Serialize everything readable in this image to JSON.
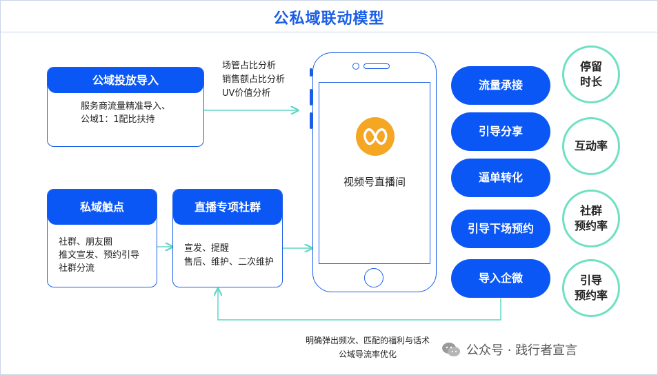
{
  "title": "公私域联动模型",
  "public_card": {
    "heading": "公域投放导入",
    "body": "服务商流量精准导入、公域1：1配比扶持"
  },
  "metrics_text": [
    "场管占比分析",
    "销售额占比分析",
    "UV价值分析"
  ],
  "private_card": {
    "heading": "私域触点",
    "lines": [
      "社群、朋友圈",
      "推文宣发、预约引导",
      "社群分流"
    ]
  },
  "live_card": {
    "heading": "直播专项社群",
    "lines": [
      "宣发、提醒",
      "售后、维护、二次维护"
    ]
  },
  "phone": {
    "screen_label": "视频号直播间"
  },
  "pills": [
    "流量承接",
    "引导分享",
    "逼单转化",
    "引导下场预约",
    "导入企微"
  ],
  "circles": [
    [
      "停留",
      "时长"
    ],
    [
      "互动率"
    ],
    [
      "社群",
      "预约率"
    ],
    [
      "引导",
      "预约率"
    ]
  ],
  "bottom_text": [
    "明确弹出频次、匹配的福利与话术",
    "公域导流率优化"
  ],
  "watermark": "公众号 · 践行者宣言",
  "colors": {
    "primary": "#0a57f5",
    "title": "#1a5ee8",
    "arrow": "#5fd6c6",
    "circle": "#6fe0c3",
    "logo": "#f5a623"
  }
}
